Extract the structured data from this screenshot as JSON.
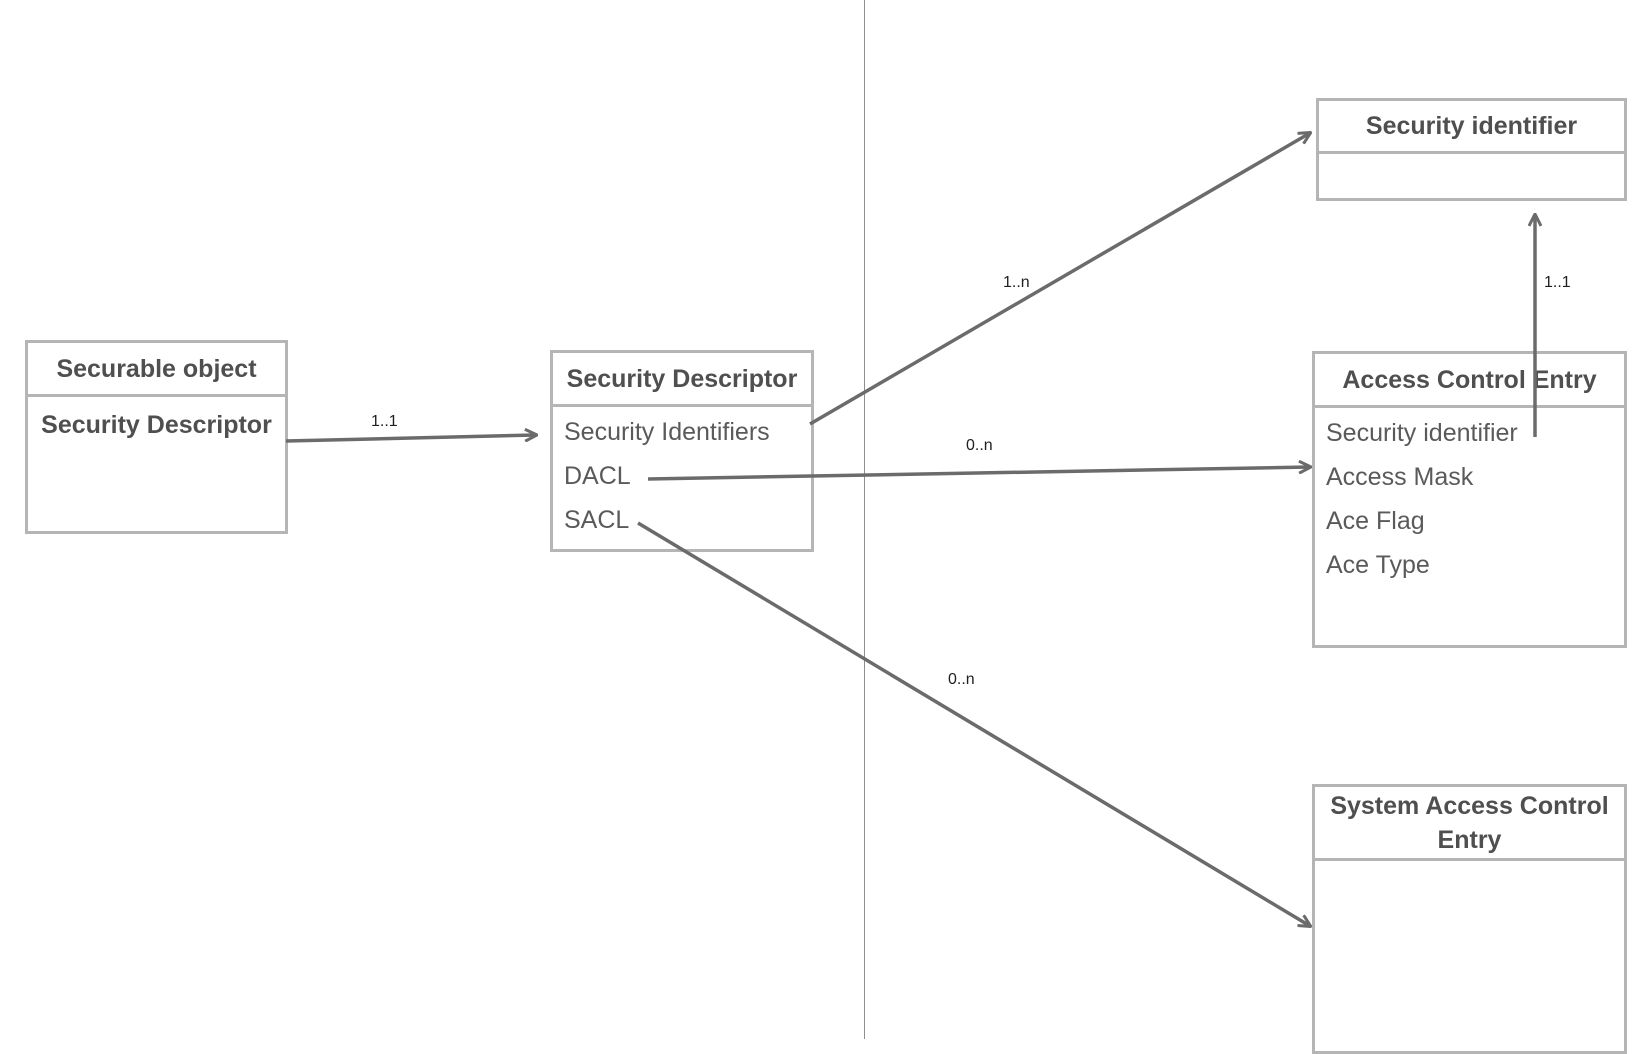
{
  "classes": {
    "securable_object": {
      "title": "Securable object",
      "attributes": [
        "Security Descriptor"
      ]
    },
    "security_descriptor": {
      "title": "Security Descriptor",
      "attributes": [
        "Security Identifiers",
        "DACL",
        "SACL"
      ]
    },
    "security_identifier": {
      "title": "Security identifier",
      "attributes": []
    },
    "access_control_entry": {
      "title": "Access Control Entry",
      "attributes": [
        "Security identifier",
        "Access Mask",
        "Ace Flag",
        "Ace Type"
      ]
    },
    "system_access_control_entry": {
      "title": "System Access Control Entry",
      "attributes": []
    }
  },
  "associations": {
    "object_to_descriptor": "1..1",
    "identifiers_to_sid": "1..n",
    "dacl_to_ace": "0..n",
    "sacl_to_sace": "0..n",
    "ace_to_sid": "1..1"
  },
  "colors": {
    "box_border": "#b5b5b5",
    "connector": "#6b6b6b",
    "divider": "#8e8e8e"
  }
}
